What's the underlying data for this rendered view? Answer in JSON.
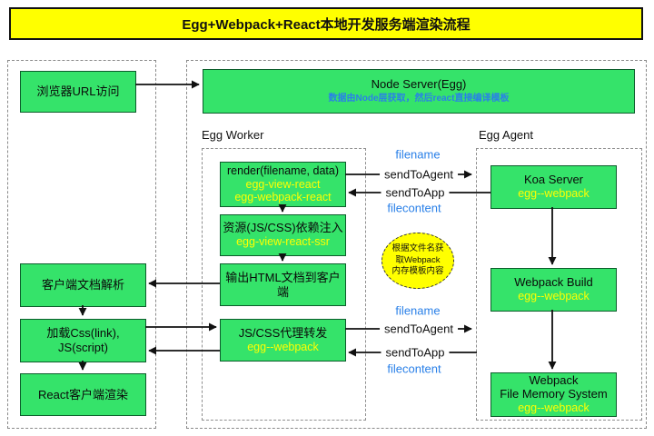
{
  "title": "Egg+Webpack+React本地开发服务端渲染流程",
  "colors": {
    "box_green": "#35e36a",
    "banner_yellow": "#ffff00",
    "label_blue": "#2a80e8",
    "plugin_text_yellow": "#ffff00"
  },
  "client_flow": {
    "browser": "浏览器URL访问",
    "doc_parse": "客户端文档解析",
    "load_assets": "加载Css(link), JS(script)",
    "react_render": "React客户端渲染"
  },
  "node_server": {
    "title": "Node Server(Egg)",
    "subtitle": "数据由Node层获取，然后react直接编译模板"
  },
  "egg_worker": {
    "label": "Egg Worker",
    "render": {
      "title": "render(filename, data)",
      "plugin1": "egg-view-react",
      "plugin2": "egg-webpack-react"
    },
    "inject": {
      "title": "资源(JS/CSS)依赖注入",
      "plugin1": "egg-view-react-ssr"
    },
    "output": {
      "title": "输出HTML文档到客户端"
    },
    "proxy": {
      "title": "JS/CSS代理转发",
      "plugin1": "egg--webpack"
    }
  },
  "egg_agent": {
    "label": "Egg Agent",
    "koa": {
      "title": "Koa Server",
      "plugin1": "egg--webpack"
    },
    "build": {
      "title": "Webpack Build",
      "plugin1": "egg--webpack"
    },
    "memory": {
      "title1": "Webpack",
      "title2": "File Memory System",
      "plugin1": "egg--webpack"
    }
  },
  "messages": {
    "top": {
      "filename": "filename",
      "send_to_agent": "sendToAgent",
      "send_to_app": "sendToApp",
      "filecontent": "filecontent"
    },
    "bottom": {
      "filename": "filename",
      "send_to_agent": "sendToAgent",
      "send_to_app": "sendToApp",
      "filecontent": "filecontent"
    }
  },
  "note": {
    "line1": "根据文件名获",
    "line2": "取Webpack",
    "line3": "内存模板内容"
  }
}
